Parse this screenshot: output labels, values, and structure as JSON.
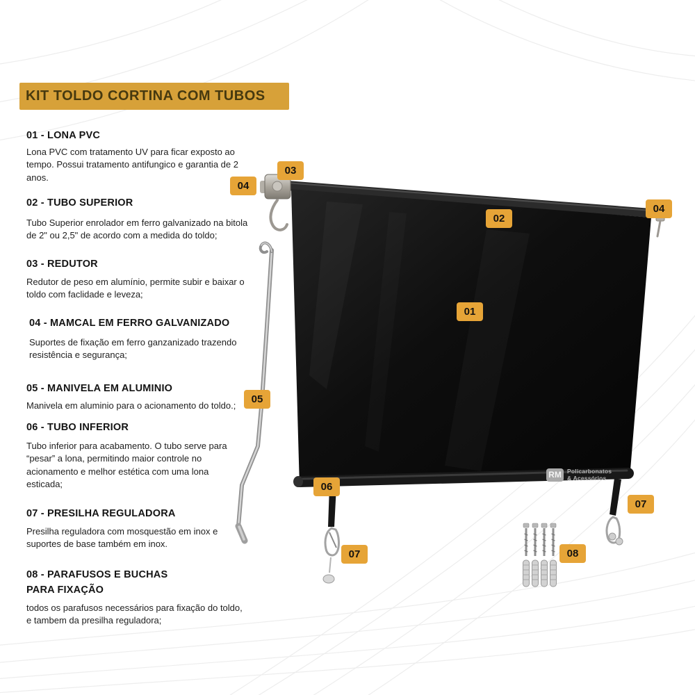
{
  "page": {
    "title": "KIT TOLDO CORTINA COM TUBOS"
  },
  "sections": [
    {
      "heading": "01 - LONA PVC",
      "body": "Lona PVC com tratamento UV para ficar exposto ao tempo. Possui tratamento antifungico e garantia de 2 anos."
    },
    {
      "heading": "02 - TUBO SUPERIOR",
      "body": "Tubo Superior enrolador em ferro galvanizado na bitola de 2\" ou 2,5\" de acordo com a medida do toldo;"
    },
    {
      "heading": "03 - REDUTOR",
      "body": "Redutor de peso em alumínio, permite subir e baixar o toldo com faclidade e leveza;"
    },
    {
      "heading": "04 - MAMCAL  EM FERRO GALVANIZADO",
      "body": "Suportes de fixação em ferro ganzanizado trazendo resistência e segurança;"
    },
    {
      "heading": "05 - MANIVELA EM ALUMINIO",
      "body": "Manivela em aluminio para o acionamento do toldo.;"
    },
    {
      "heading": "06 - TUBO INFERIOR",
      "body": "Tubo inferior para acabamento. O tubo serve para “pesar” a lona, permitindo maior controle no acionamento e melhor estética com uma lona esticada;"
    },
    {
      "heading": "07 - PRESILHA REGULADORA",
      "body": "Presilha reguladora com mosquestão em inox e suportes de base também em inox."
    },
    {
      "heading": "08 - PARAFUSOS E BUCHAS PARA FIXAÇÃO",
      "body": "todos os parafusos necessários para fixação do toldo, e tambem da presilha reguladora;"
    }
  ],
  "badges": [
    {
      "label": "03"
    },
    {
      "label": "04"
    },
    {
      "label": "02"
    },
    {
      "label": "04"
    },
    {
      "label": "01"
    },
    {
      "label": "05"
    },
    {
      "label": "06"
    },
    {
      "label": "07"
    },
    {
      "label": "08"
    },
    {
      "label": "07"
    }
  ],
  "watermark": {
    "logo": "RM",
    "line1": "Policarbonatos",
    "line2": "& Acessórios"
  },
  "colors": {
    "accent": "#E6A437",
    "banner_bg": "#D7A139",
    "banner_text": "#46390F",
    "tarp": "#0D0D0D"
  }
}
